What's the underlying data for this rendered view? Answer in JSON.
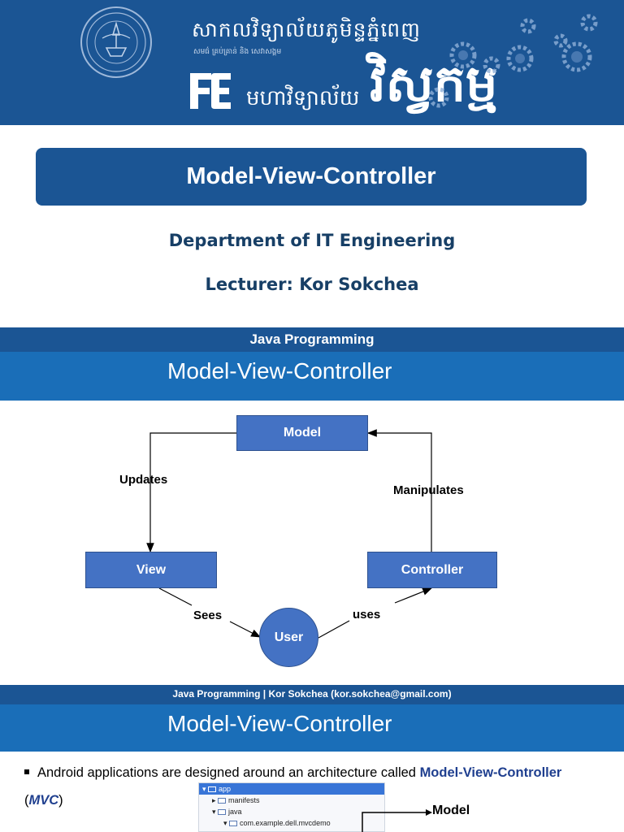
{
  "banner": {
    "university_khmer": "សាកលវិទ្យាល័យភូមិន្ទភ្នំពេញ",
    "motto_khmer": "សមធ៌ គ្រប់គ្រាន់ និង សេវាសង្គម",
    "faculty_khmer": "មហាវិទ្យាល័យ",
    "faculty_big_khmer": "វិស្វកម្ម",
    "colors": {
      "banner": "#1b5594"
    }
  },
  "title_slide": {
    "title": "Model-View-Controller",
    "department": "Department of IT Engineering",
    "lecturer": "Lecturer: Kor Sokchea"
  },
  "slide1": {
    "course": "Java Programming",
    "title": "Model-View-Controller",
    "diagram": {
      "nodes": {
        "model": "Model",
        "view": "View",
        "controller": "Controller",
        "user": "User"
      },
      "edges": {
        "updates": "Updates",
        "manipulates": "Manipulates",
        "sees": "Sees",
        "uses": "uses"
      }
    },
    "footer": "Java Programming | Kor Sokchea (kor.sokchea@gmail.com)"
  },
  "slide2": {
    "title": "Model-View-Controller",
    "bullet_prefix": "Android applications are designed around an architecture called ",
    "bullet_highlight": "Model-View-Controller",
    "bullet_suffix_open": "(",
    "bullet_abbr": "MVC",
    "bullet_suffix_close": ")",
    "tree": [
      "app",
      "manifests",
      "java",
      "com.example.dell.mvcdemo"
    ],
    "model_label": "Model"
  }
}
